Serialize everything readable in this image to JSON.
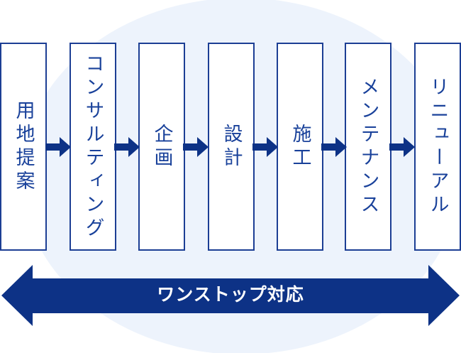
{
  "diagram": {
    "steps": [
      {
        "label": "用地提案"
      },
      {
        "label": "コンサルティング"
      },
      {
        "label": "企画"
      },
      {
        "label": "設計"
      },
      {
        "label": "施工"
      },
      {
        "label": "メンテナンス"
      },
      {
        "label": "リニューアル"
      }
    ],
    "banner": {
      "label": "ワンストップ対応"
    },
    "colors": {
      "arrow_navy": "#0d3286",
      "box_border": "#1c3e94",
      "box_text": "#19419a",
      "box_bg": "#ffffff",
      "ellipse_bg": "#edf3fc",
      "banner_text": "#ffffff"
    }
  }
}
